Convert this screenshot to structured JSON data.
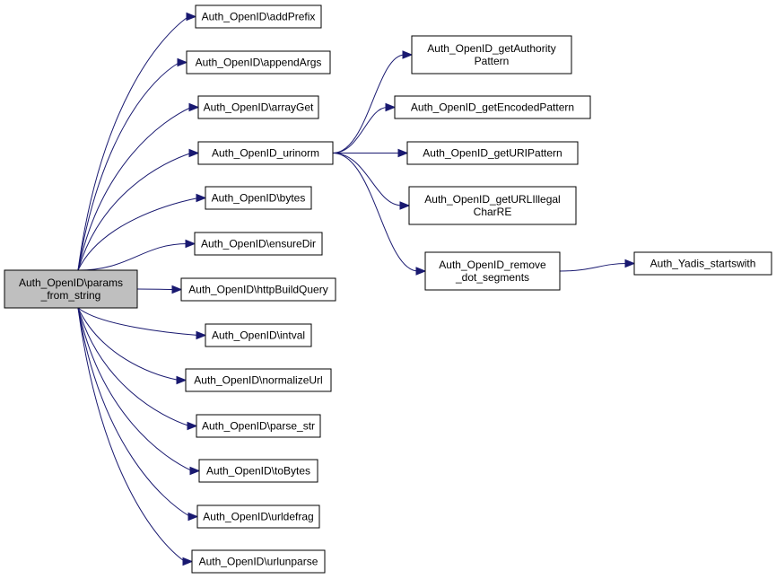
{
  "diagram": {
    "nodes": [
      {
        "id": "root",
        "lines": [
          "Auth_OpenID\\params",
          "_from_string"
        ],
        "highlight": true
      },
      {
        "id": "addPrefix",
        "lines": [
          "Auth_OpenID\\addPrefix"
        ]
      },
      {
        "id": "appendArgs",
        "lines": [
          "Auth_OpenID\\appendArgs"
        ]
      },
      {
        "id": "arrayGet",
        "lines": [
          "Auth_OpenID\\arrayGet"
        ]
      },
      {
        "id": "urinorm",
        "lines": [
          "Auth_OpenID_urinorm"
        ]
      },
      {
        "id": "bytes",
        "lines": [
          "Auth_OpenID\\bytes"
        ]
      },
      {
        "id": "ensureDir",
        "lines": [
          "Auth_OpenID\\ensureDir"
        ]
      },
      {
        "id": "httpBuildQuery",
        "lines": [
          "Auth_OpenID\\httpBuildQuery"
        ]
      },
      {
        "id": "intval",
        "lines": [
          "Auth_OpenID\\intval"
        ]
      },
      {
        "id": "normalizeUrl",
        "lines": [
          "Auth_OpenID\\normalizeUrl"
        ]
      },
      {
        "id": "parse_str",
        "lines": [
          "Auth_OpenID\\parse_str"
        ]
      },
      {
        "id": "toBytes",
        "lines": [
          "Auth_OpenID\\toBytes"
        ]
      },
      {
        "id": "urldefrag",
        "lines": [
          "Auth_OpenID\\urldefrag"
        ]
      },
      {
        "id": "urlunparse",
        "lines": [
          "Auth_OpenID\\urlunparse"
        ]
      },
      {
        "id": "getAuthorityPattern",
        "lines": [
          "Auth_OpenID_getAuthority",
          "Pattern"
        ]
      },
      {
        "id": "getEncodedPattern",
        "lines": [
          "Auth_OpenID_getEncodedPattern"
        ]
      },
      {
        "id": "getURIPattern",
        "lines": [
          "Auth_OpenID_getURIPattern"
        ]
      },
      {
        "id": "getURLIllegalCharRE",
        "lines": [
          "Auth_OpenID_getURLIllegal",
          "CharRE"
        ]
      },
      {
        "id": "removeDotSegments",
        "lines": [
          "Auth_OpenID_remove",
          "_dot_segments"
        ]
      },
      {
        "id": "startswith",
        "lines": [
          "Auth_Yadis_startswith"
        ]
      }
    ],
    "edges": [
      {
        "from": "root",
        "to": "addPrefix"
      },
      {
        "from": "root",
        "to": "appendArgs"
      },
      {
        "from": "root",
        "to": "arrayGet"
      },
      {
        "from": "root",
        "to": "urinorm"
      },
      {
        "from": "root",
        "to": "bytes"
      },
      {
        "from": "root",
        "to": "ensureDir"
      },
      {
        "from": "root",
        "to": "httpBuildQuery"
      },
      {
        "from": "root",
        "to": "intval"
      },
      {
        "from": "root",
        "to": "normalizeUrl"
      },
      {
        "from": "root",
        "to": "parse_str"
      },
      {
        "from": "root",
        "to": "toBytes"
      },
      {
        "from": "root",
        "to": "urldefrag"
      },
      {
        "from": "root",
        "to": "urlunparse"
      },
      {
        "from": "urinorm",
        "to": "getAuthorityPattern"
      },
      {
        "from": "urinorm",
        "to": "getEncodedPattern"
      },
      {
        "from": "urinorm",
        "to": "getURIPattern"
      },
      {
        "from": "urinorm",
        "to": "getURLIllegalCharRE"
      },
      {
        "from": "urinorm",
        "to": "removeDotSegments"
      },
      {
        "from": "removeDotSegments",
        "to": "startswith"
      }
    ],
    "colors": {
      "edge": "#191970",
      "root_fill": "#bfbfbf",
      "node_fill": "#ffffff",
      "border": "#000000"
    }
  }
}
